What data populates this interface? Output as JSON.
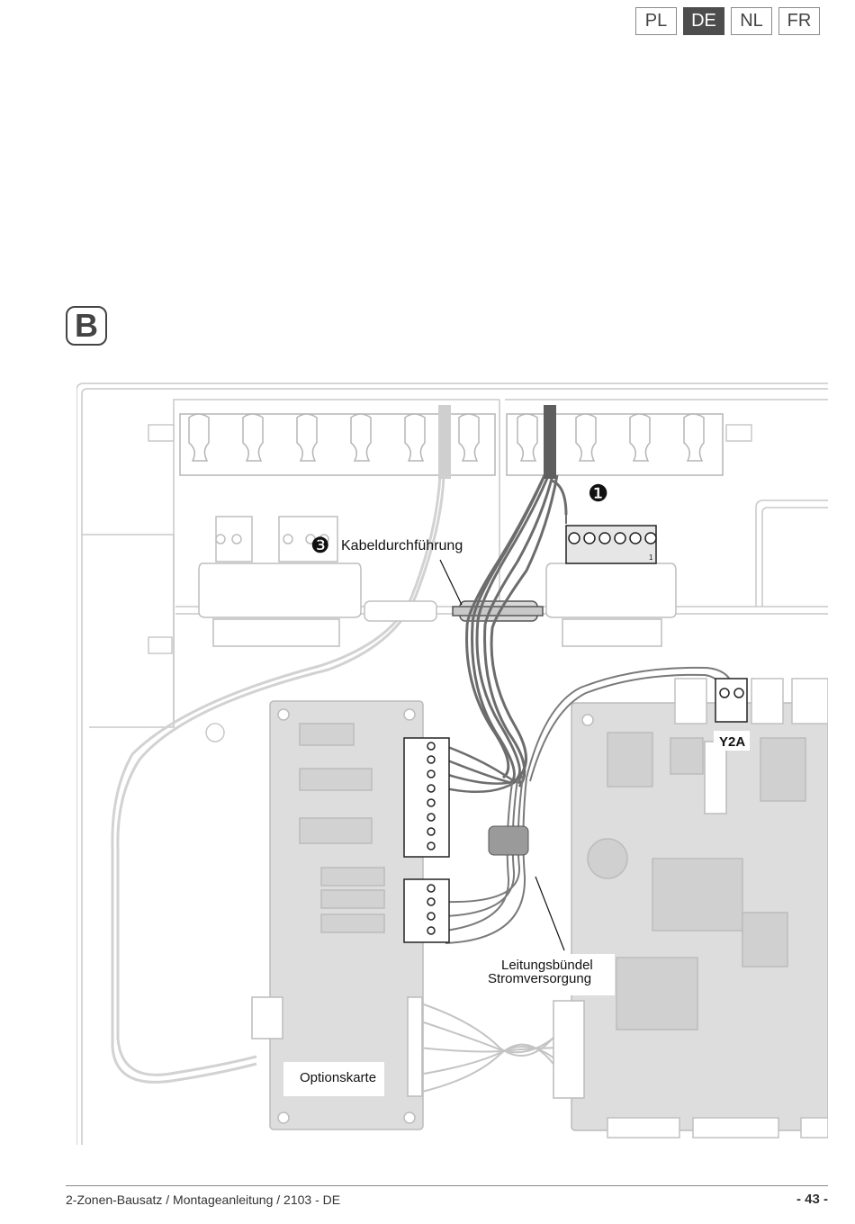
{
  "language_tabs": [
    {
      "label": "PL",
      "active": false
    },
    {
      "label": "DE",
      "active": true
    },
    {
      "label": "NL",
      "active": false
    },
    {
      "label": "FR",
      "active": false
    }
  ],
  "section": {
    "letter": "B"
  },
  "figure": {
    "callouts": {
      "marker_1": "❶",
      "marker_3": "❸",
      "kabeldurchfuehrung": "Kabeldurchführung",
      "y2a": "Y2A",
      "bundle_line1": "Leitungsbündel",
      "bundle_line2": "Stromversorgung",
      "optionskarte": "Optionskarte",
      "terminal_pin": "1"
    }
  },
  "footer": {
    "document": "2-Zonen-Bausatz / Montageanleitung / 2103 - DE",
    "page": "- 43 -"
  }
}
